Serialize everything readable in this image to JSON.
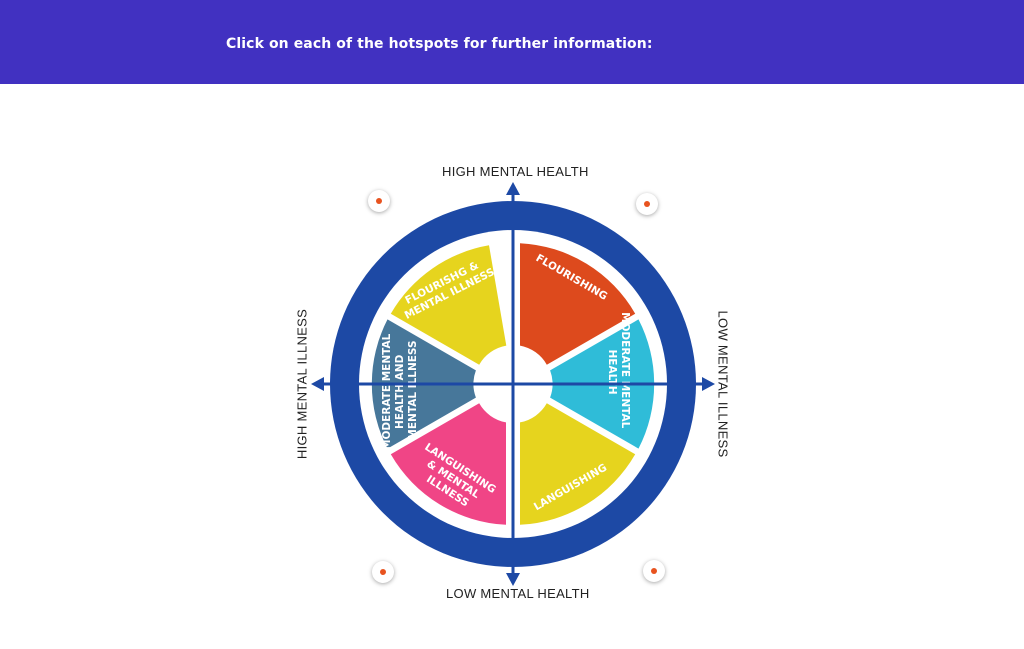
{
  "header": {
    "instruction": "Click on each of the hotspots for further information:"
  },
  "axes": {
    "top": "HIGH MENTAL HEALTH",
    "bottom": "LOW MENTAL HEALTH",
    "left": "HIGH MENTAL ILLNESS",
    "right": "LOW MENTAL ILLNESS"
  },
  "segments": {
    "flourishing_mi": [
      "FLOURISHG &",
      "MENTAL ILLNESS"
    ],
    "flourishing": [
      "FLOURISHING"
    ],
    "moderate_mh": [
      "MODERATE MENTAL",
      "HEALTH"
    ],
    "languishing": [
      "LANGUISHING"
    ],
    "languishing_mi": [
      "LANGUISHING",
      "& MENTAL",
      "ILLNESS"
    ],
    "moderate_mh_mi": [
      "MODERATE MENTAL",
      "HEALTH AND",
      "MENTAL ILLNESS"
    ]
  },
  "colors": {
    "header_bg": "#4131c1",
    "ring": "#1d49a5",
    "yellow": "#e6d41e",
    "orange": "#dd4a1d",
    "cyan": "#2fbcd8",
    "teal": "#47779a",
    "pink": "#f04586",
    "hotspot_dot": "#e8531f"
  }
}
